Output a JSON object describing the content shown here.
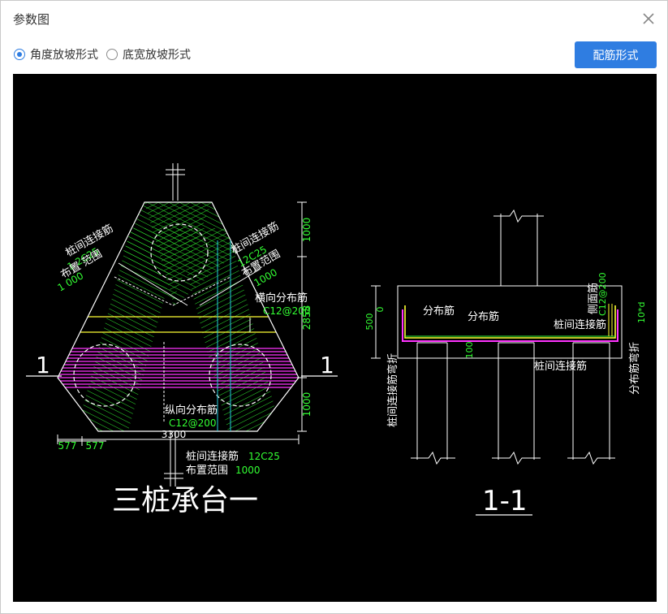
{
  "dialog": {
    "title": "参数图",
    "close_icon": "close-icon"
  },
  "options": [
    {
      "label": "角度放坡形式",
      "checked": true
    },
    {
      "label": "底宽放坡形式",
      "checked": false
    }
  ],
  "toolbar": {
    "rebar_form_label": "配筋形式"
  },
  "colors": {
    "accent": "#2f7de1",
    "cad_background": "#000000",
    "cad_green": "#33ff33",
    "cad_magenta": "#ff33ff",
    "cad_yellow": "#ffff33",
    "cad_cyan": "#22ccdd",
    "cad_white": "#ffffff"
  },
  "drawing": {
    "plan": {
      "section_mark_left": "1",
      "section_mark_right": "1",
      "label_pile_conn_left_1": "桩间连接筋",
      "label_pile_conn_left_2": "1 2C25",
      "label_layout_left_1": "布置 范围",
      "label_layout_left_2": "1 000",
      "label_pile_conn_right_1": "桩间连接筋",
      "label_pile_conn_right_2": "12C25",
      "label_layout_right_1": "布置范围",
      "label_layout_right_2": "1000",
      "label_transverse_1": "横向分布筋",
      "label_transverse_2": "C12@200",
      "label_longitudinal_1": "纵向分布筋",
      "label_longitudinal_2": "C12@200",
      "label_bottom_conn_1": "桩间连接筋",
      "label_bottom_conn_2": "12C25",
      "label_bottom_layout_1": "布置范围",
      "label_bottom_layout_2": "1000",
      "dim_top": "1000",
      "dim_mid": "2858",
      "dim_bottom": "1000",
      "dim_width": "3300",
      "dim_left_1": "577",
      "dim_left_2": "577",
      "plan_title": "三桩承台一"
    },
    "section": {
      "label_distribution_1": "分布筋",
      "label_distribution_2": "分布筋",
      "label_pile_conn": "桩间连接筋",
      "label_side_bar": "侧面筋",
      "label_side_spec": "C12@200",
      "label_pile_conn_bottom": "桩间连接筋",
      "label_bend_left": "桩间连接筋弯折",
      "label_bend_right": "分布筋弯折",
      "label_ten_d": "10*d",
      "dim_500": "500",
      "dim_0": "0",
      "dim_100": "100",
      "section_title": "1-1"
    }
  }
}
